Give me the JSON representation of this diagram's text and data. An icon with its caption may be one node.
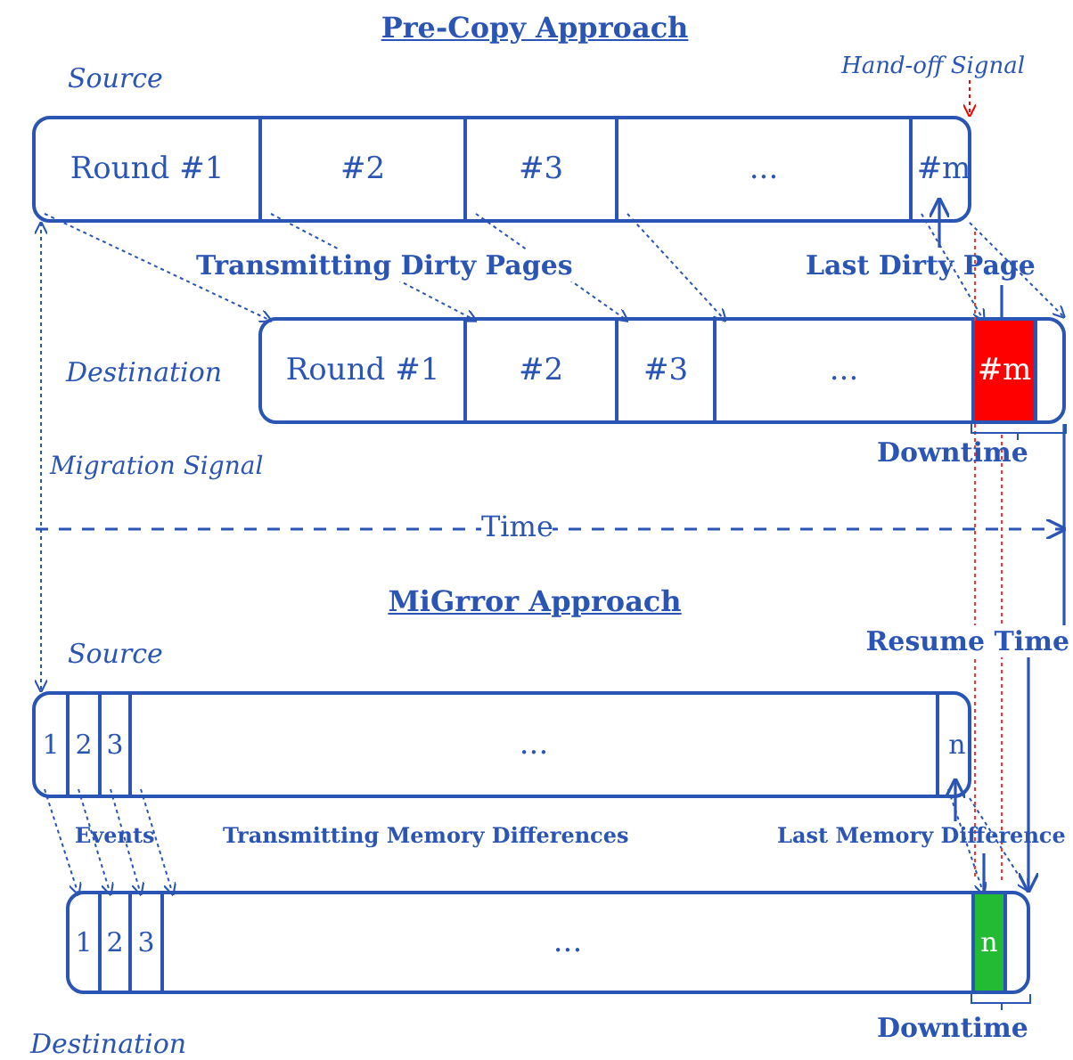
{
  "diagram": {
    "nodes": [
      {
        "text": [],
        "shape": "bar",
        "beside": [
          "Source"
        ]
      },
      {
        "text": [
          "Round #1"
        ],
        "in": 0
      },
      {
        "text": [
          "#2"
        ],
        "in": 0
      },
      {
        "text": [
          "#3"
        ],
        "in": 0
      },
      {
        "text": [
          "..."
        ],
        "in": 0
      },
      {
        "text": [
          "#m"
        ],
        "in": 0
      },
      {
        "text": [],
        "shape": "bar",
        "beside": [
          "Destination"
        ]
      },
      {
        "text": [
          "Round #1"
        ],
        "in": 6
      },
      {
        "text": [
          "#2"
        ],
        "in": 6
      },
      {
        "text": [
          "#3"
        ],
        "in": 6
      },
      {
        "text": [
          "..."
        ],
        "in": 6
      },
      {
        "text": [
          "#m"
        ],
        "in": 6
      },
      {
        "text": [],
        "shape": "bar",
        "beside": [
          "Source"
        ]
      },
      {
        "text": [
          "1"
        ],
        "in": 12
      },
      {
        "text": [
          "2"
        ],
        "in": 12
      },
      {
        "text": [
          "3"
        ],
        "in": 12
      },
      {
        "text": [
          "..."
        ],
        "in": 12
      },
      {
        "text": [
          "n"
        ],
        "in": 12
      },
      {
        "text": [],
        "shape": "bar",
        "beside": [
          "Destination"
        ]
      },
      {
        "text": [
          "1"
        ],
        "in": 18
      },
      {
        "text": [
          "2"
        ],
        "in": 18
      },
      {
        "text": [
          "3"
        ],
        "in": 18
      },
      {
        "text": [
          "..."
        ],
        "in": 18
      },
      {
        "text": [
          "n"
        ],
        "in": 18
      },
      {
        "text": [
          "Hand-off Signal"
        ]
      },
      {
        "text": [
          "Resume Time"
        ]
      }
    ],
    "edges": [
      {
        "from": 1,
        "to": 7,
        "arrow": "to",
        "style": "dashed"
      },
      {
        "from": 2,
        "to": 8,
        "arrow": "to",
        "style": "dashed"
      },
      {
        "from": 3,
        "to": 9,
        "arrow": "to",
        "style": "dashed"
      },
      {
        "from": 4,
        "to": 10,
        "arrow": "to",
        "style": "dashed"
      },
      {
        "from": 5,
        "to": 11,
        "arrow": "to",
        "style": "dashed"
      },
      {
        "from": 0,
        "to": 6,
        "arrow": "to",
        "style": "dashed"
      },
      {
        "from": 24,
        "to": 0,
        "arrow": "to",
        "style": "dashed",
        "color": "#ff0000"
      },
      {
        "from": 13,
        "to": 19,
        "arrow": "to",
        "style": "dashed"
      },
      {
        "from": 14,
        "to": 20,
        "arrow": "to",
        "style": "dashed"
      },
      {
        "from": 15,
        "to": 21,
        "arrow": "to",
        "style": "dashed"
      },
      {
        "from": 16,
        "to": 22,
        "arrow": "to",
        "style": "dashed"
      },
      {
        "from": 17,
        "to": 23,
        "arrow": "to",
        "style": "dashed"
      },
      {
        "from": 12,
        "to": 18,
        "arrow": "to",
        "style": "dashed"
      },
      {
        "from": 0,
        "to": 12,
        "arrow": "both",
        "style": "dashed"
      },
      {
        "from": 6,
        "to": 25,
        "arrow": "none"
      },
      {
        "from": 25,
        "to": 18,
        "arrow": "to"
      }
    ],
    "labels": [
      "Pre-Copy Approach",
      "Transmitting Dirty Pages",
      "Last Dirty Page",
      "Downtime",
      "Migration Signal",
      "Time",
      "MiGrror Approach",
      "Events",
      "Transmitting Memory Differences",
      "Last Memory Difference",
      "Downtime"
    ]
  }
}
